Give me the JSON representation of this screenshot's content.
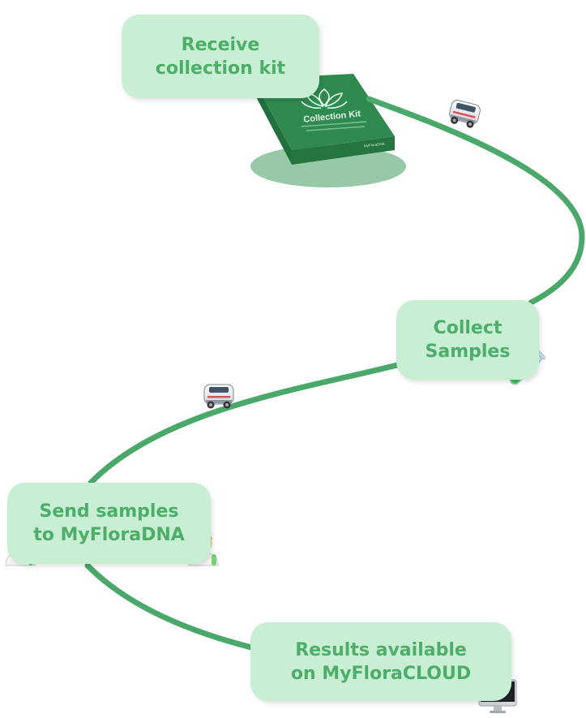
{
  "steps": [
    {
      "label": "Receive\ncollection kit"
    },
    {
      "label": "Collect\nSamples"
    },
    {
      "label": "Send samples\nto MyFloraDNA"
    },
    {
      "label": "Results available\non MyFloraCLOUD"
    }
  ],
  "kit": {
    "title": "Collection Kit",
    "brand": "MyFloraDNA"
  },
  "colors": {
    "path": "#4aa96a",
    "box_fill": "#c8efd3",
    "box_text": "#4dae6a",
    "kit_green": "#2f8a50",
    "kit_shadow": "#96c9a7"
  },
  "icons": [
    "van-icon",
    "test-tube-icon",
    "scientist-woman-icon",
    "scientist-man-icon",
    "computer-monitor-icon"
  ]
}
